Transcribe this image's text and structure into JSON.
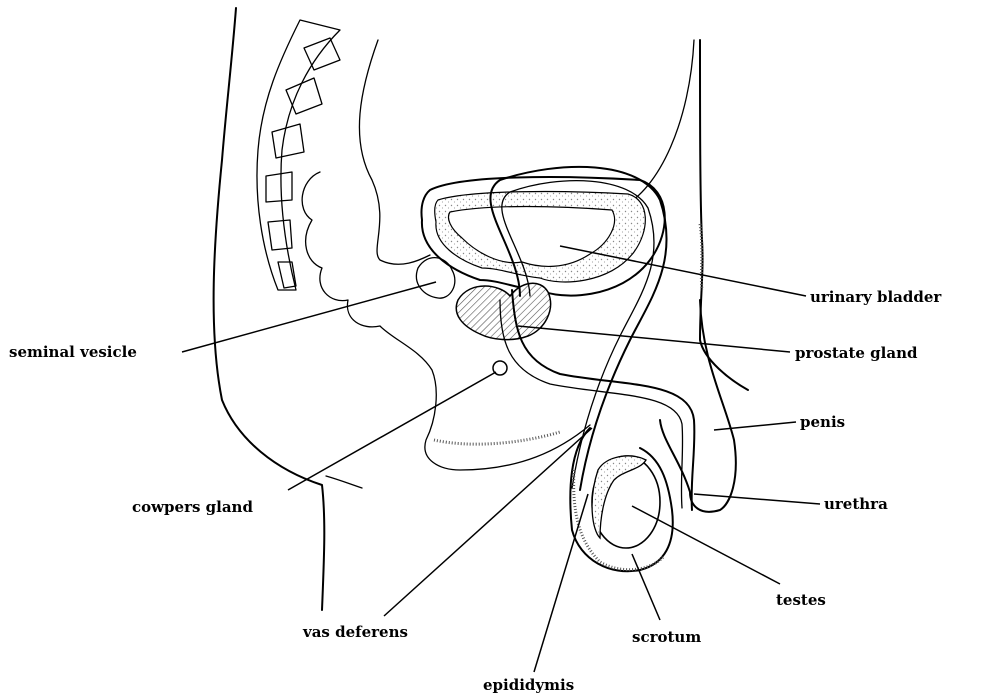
{
  "labels": {
    "urinary_bladder": "urinary bladder",
    "seminal_vesicle": "seminal vesicle",
    "prostate_gland": "prostate gland",
    "penis": "penis",
    "cowpers_gland": "cowpers gland",
    "urethra": "urethra",
    "testes": "testes",
    "vas_deferens": "vas deferens",
    "scrotum": "scrotum",
    "epididymis": "epididymis"
  },
  "colors": {
    "ink": "#000000",
    "background": "#ffffff",
    "stipple": "#b8b8b8",
    "hatch": "#555555"
  }
}
